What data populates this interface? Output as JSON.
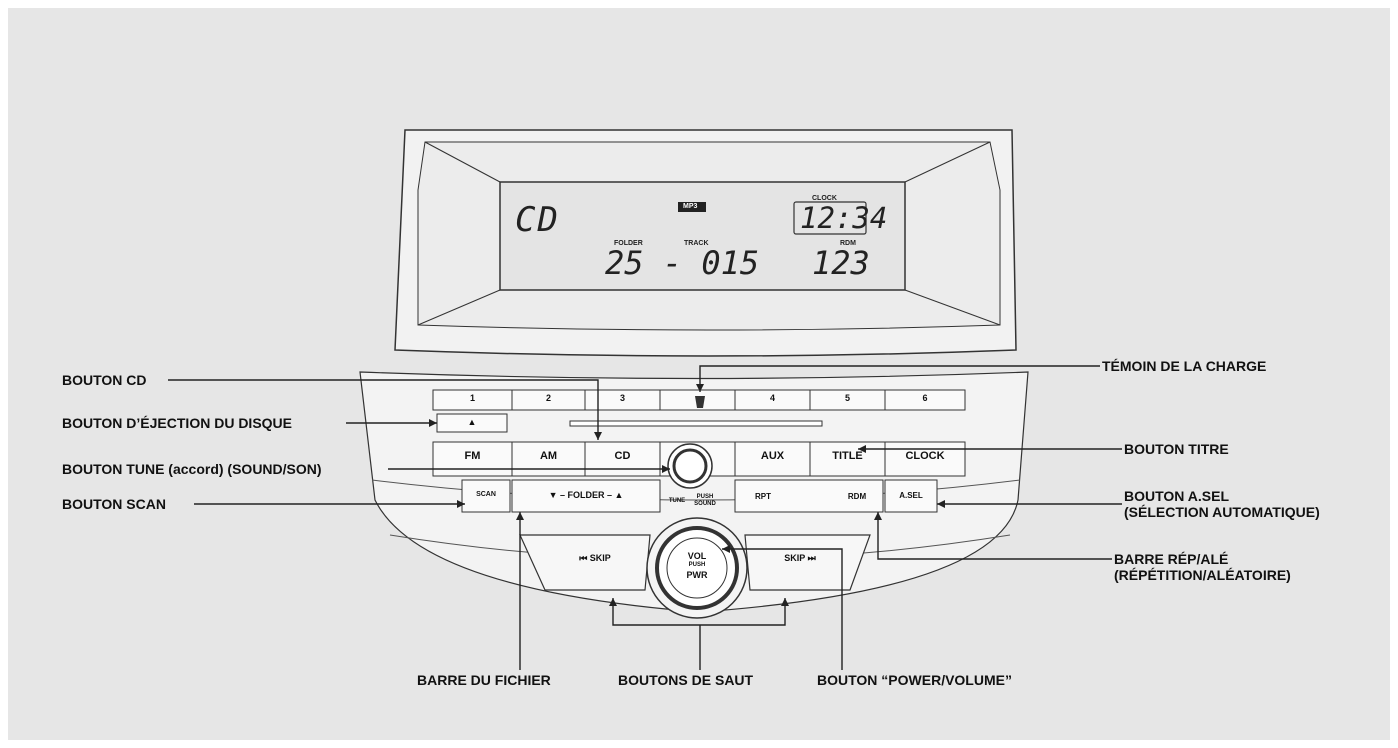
{
  "display": {
    "mode": "CD",
    "badge": "MP3",
    "clock_label": "CLOCK",
    "clock_time": "12:34",
    "folder_label": "FOLDER",
    "track_label": "TRACK",
    "folder_track": "25 - 015",
    "rdm_label": "RDM",
    "rdm_value": "123"
  },
  "unit": {
    "presets": [
      "1",
      "2",
      "3",
      "4",
      "5",
      "6"
    ],
    "eject_glyph": "▲",
    "row2": [
      "FM",
      "AM",
      "CD",
      "AUX",
      "TITLE",
      "CLOCK"
    ],
    "scan": "SCAN",
    "folder_bar": "▼  – FOLDER –  ▲",
    "tune": "TUNE",
    "push_sound": "PUSH SOUND",
    "rpt": "RPT",
    "rdm": "RDM",
    "asel": "A.SEL",
    "skip_back": "⏮ SKIP",
    "skip_fwd": "SKIP ⏭",
    "vol": "VOL",
    "push": "PUSH",
    "pwr": "PWR"
  },
  "callouts": {
    "cd_button": "BOUTON CD",
    "eject_button": "BOUTON D’ÉJECTION DU DISQUE",
    "tune_button": "BOUTON TUNE (accord) (SOUND/SON)",
    "scan_button": "BOUTON SCAN",
    "load_indicator": "TÉMOIN DE LA CHARGE",
    "title_button": "BOUTON TITRE",
    "asel_line1": "BOUTON A.SEL",
    "asel_line2": "(SÉLECTION AUTOMATIQUE)",
    "rep_line1": "BARRE RÉP/ALÉ",
    "rep_line2": "(RÉPÉTITION/ALÉATOIRE)",
    "folder_bar": "BARRE DU FICHIER",
    "skip_buttons": "BOUTONS DE SAUT",
    "power_volume": "BOUTON “POWER/VOLUME”"
  }
}
